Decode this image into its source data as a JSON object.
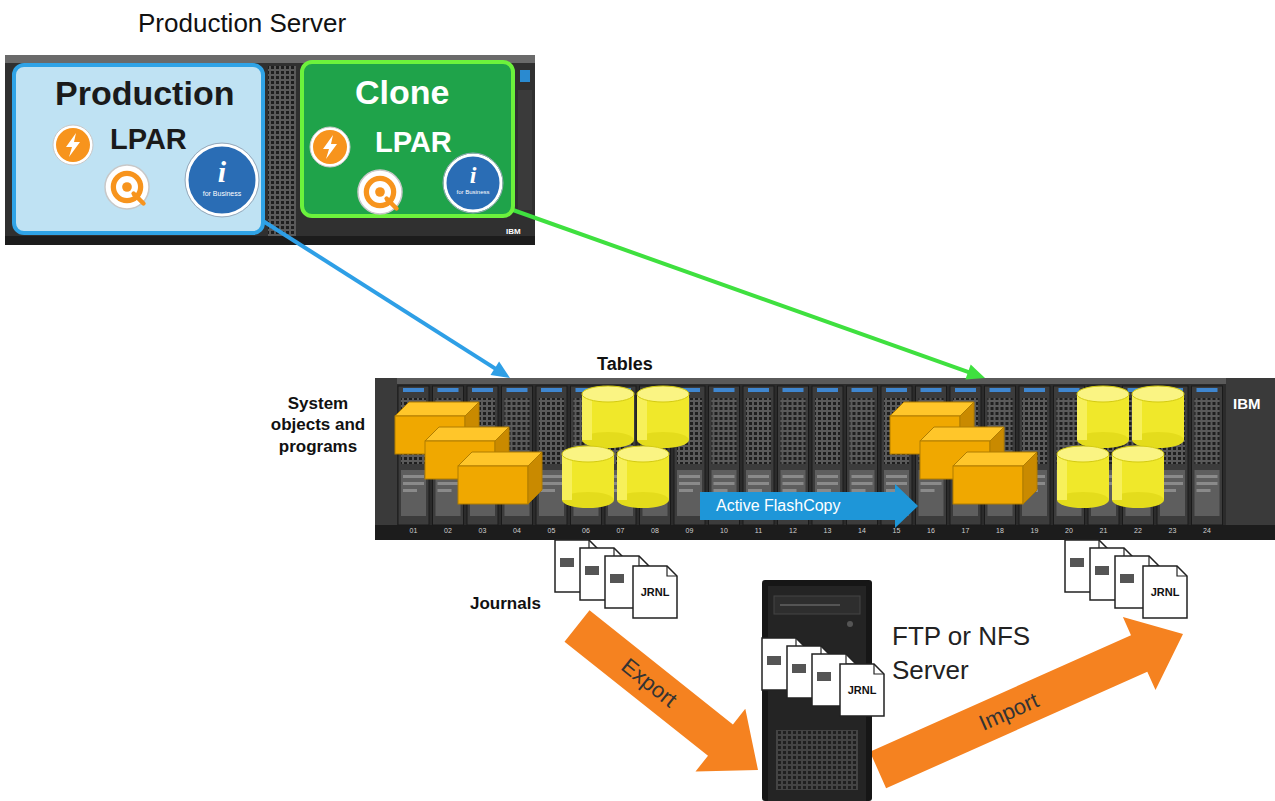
{
  "diagram": {
    "nodes": [
      {
        "text": [
          "Production Server"
        ]
      },
      {
        "text": [
          "Production",
          "LPAR"
        ],
        "in": 0
      },
      {
        "text": [
          "Clone",
          "LPAR"
        ],
        "in": 0
      },
      {
        "text": [
          "IBM"
        ]
      },
      {
        "text": [
          "JRNL"
        ]
      },
      {
        "text": [
          "FTP or NFS Server"
        ]
      },
      {
        "text": [
          "JRNL"
        ]
      }
    ],
    "edges": [
      {
        "from": 1,
        "to": 3,
        "arrow": "to"
      },
      {
        "from": 2,
        "to": 3,
        "arrow": "to"
      },
      {
        "from": 4,
        "to": 5,
        "label": "Export",
        "arrow": "to"
      },
      {
        "from": 5,
        "to": 6,
        "label": "Import",
        "arrow": "to"
      }
    ],
    "labels": [
      "i",
      "for Business",
      "i",
      "for Business",
      "IBM",
      "Tables",
      "System objects and programs",
      "Active FlashCopy",
      "Journals",
      "JRNL",
      "01",
      "02",
      "03",
      "04",
      "05",
      "06",
      "07",
      "08",
      "09",
      "10",
      "11",
      "12",
      "13",
      "14",
      "15",
      "16",
      "17",
      "18",
      "19",
      "20",
      "21",
      "22",
      "23",
      "24"
    ]
  }
}
